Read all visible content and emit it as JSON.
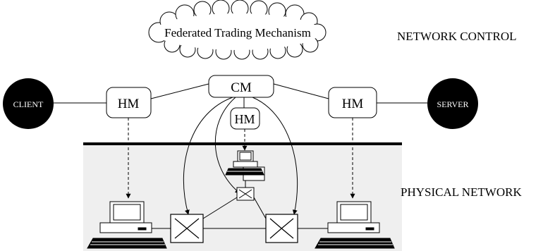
{
  "diagram": {
    "cloud_label": "Federated Trading Mechanism",
    "section_labels": {
      "control": "NETWORK CONTROL",
      "physical": "PHYSICAL NETWORK"
    },
    "endpoints": {
      "client": "CLIENT",
      "server": "SERVER"
    },
    "managers": {
      "connection_manager": "CM",
      "host_manager_left": "HM",
      "host_manager_center": "HM",
      "host_manager_right": "HM"
    }
  },
  "colors": {
    "background": "#ffffff",
    "physical_region_fill": "#efefef",
    "endpoint_fill": "#000000",
    "stroke": "#000000"
  }
}
